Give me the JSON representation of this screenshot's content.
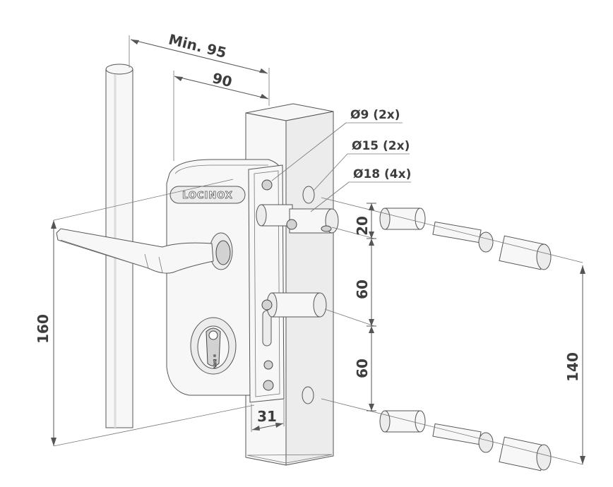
{
  "brand": "LOCINOX",
  "cylinder_mark": "⊗ BRN",
  "dimensions": {
    "min95": "Min. 95",
    "d90": "90",
    "d160": "160",
    "d31": "31",
    "d20": "20",
    "d60_top": "60",
    "d60_bottom": "60",
    "d140": "140"
  },
  "callouts": {
    "hole9": "Ø9 (2x)",
    "hole15": "Ø15 (2x)",
    "hole18": "Ø18 (4x)"
  }
}
